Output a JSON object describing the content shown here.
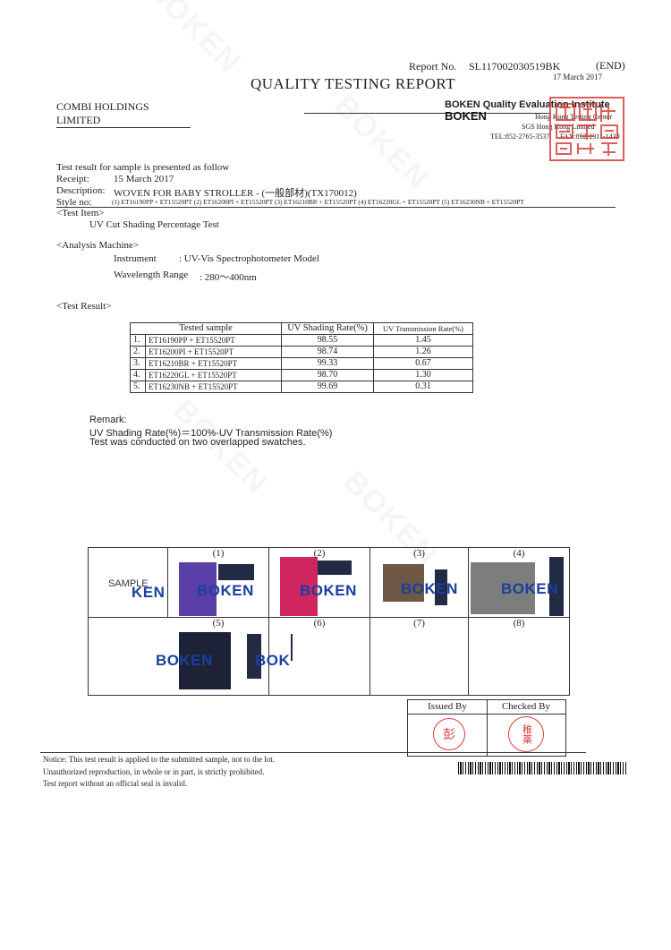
{
  "header": {
    "report_no_label": "Report No.",
    "report_no": "SL117002030519BK",
    "end": "(END)",
    "date": "17 March 2017",
    "title": "QUALITY TESTING REPORT",
    "client": "COMBI HOLDINGS LIMITED"
  },
  "institute": {
    "name": "BOKEN Quality Evaluation Institute",
    "logo": "BOKEN",
    "line1": "Hong Kong Testing Center",
    "line2": "SGS Hong Kong Limited",
    "tel": "TEL:852-2765-3537",
    "fax": "FAX:852-2311-1430"
  },
  "info": {
    "intro": "Test result for sample is presented as follow",
    "receipt_label": "Receipt:",
    "receipt": "15 March 2017",
    "description_label": "Description:",
    "description": "WOVEN FOR BABY STROLLER - (一般部材)(TX170012)",
    "style_label": "Style no:",
    "style": "(1) ET16190PP + ET15520PT (2) ET16200PI + ET15520PT (3) ET16210BR + ET15520PT (4) ET16220GL + ET15520PT (5) ET16230NB + ET15520PT"
  },
  "test_item": {
    "heading": "<Test Item>",
    "value": "UV Cut Shading Percentage Test"
  },
  "analysis": {
    "heading": "<Analysis Machine>",
    "instrument_label": "Instrument",
    "instrument": ":  UV-Vis Spectrophotometer Model",
    "wavelength_label": "Wavelength Range",
    "wavelength": ":  280～400nm"
  },
  "result": {
    "heading": "<Test Result>",
    "columns": [
      "Tested sample",
      "UV Shading Rate(%)",
      "UV Transmission Rate(%)"
    ],
    "rows": [
      {
        "no": "1.",
        "sample": "ET16190PP + ET15520PT",
        "shading": "98.55",
        "trans": "1.45"
      },
      {
        "no": "2.",
        "sample": "ET16200PI + ET15520PT",
        "shading": "98.74",
        "trans": "1.26"
      },
      {
        "no": "3.",
        "sample": "ET16210BR + ET15520PT",
        "shading": "99.33",
        "trans": "0.67"
      },
      {
        "no": "4.",
        "sample": "ET16220GL + ET15520PT",
        "shading": "98.70",
        "trans": "1.30"
      },
      {
        "no": "5.",
        "sample": "ET16230NB + ET15520PT",
        "shading": "99.69",
        "trans": "0.31"
      }
    ]
  },
  "remark": {
    "label": "Remark:",
    "line1": "UV Shading Rate(%)＝100%-UV Transmission Rate(%)",
    "line2": "Test was conducted on two overlapped swatches."
  },
  "samples": {
    "label": "SAMPLE",
    "partial_logo_1": "KEN",
    "partial_logo_6": "BOK",
    "cells": [
      "(1)",
      "(2)",
      "(3)",
      "(4)",
      "(5)",
      "(6)",
      "(7)",
      "(8)"
    ],
    "colors": {
      "s1": "#5b3fa8",
      "s2": "#d0265f",
      "s3": "#6e5846",
      "s4": "#7d7d7d",
      "s5": "#1d2236",
      "overlay": "#222a44"
    }
  },
  "seals": {
    "issued_by": "Issued By",
    "checked_by": "Checked By",
    "issued_stamp": "彭",
    "checked_stamp": "稚薬"
  },
  "notice": {
    "line1": "Notice: This test result is applied to the submitted sample, not to the lot.",
    "line2": "Unauthorized reproduction, in whole or in part, is strictly prohibited.",
    "line3": "Test report without an official seal is invalid."
  }
}
